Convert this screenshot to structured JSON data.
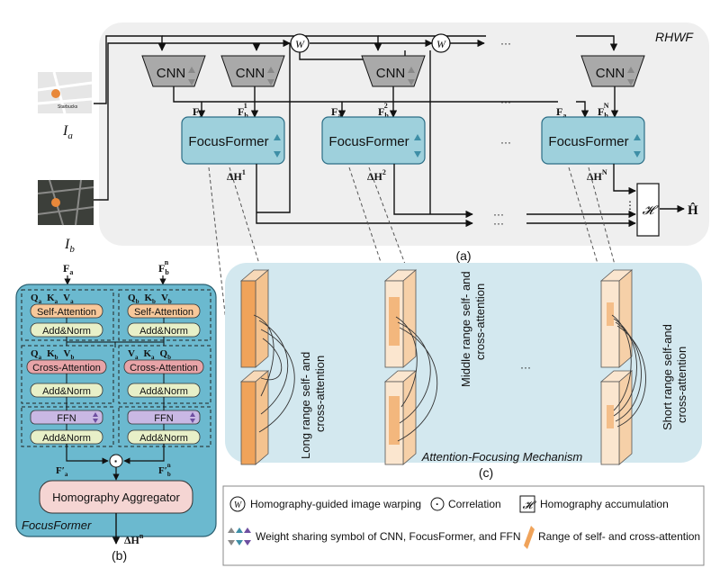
{
  "rhwf": {
    "title": "RHWF",
    "input_a": "I",
    "input_a_sub": "a",
    "input_b": "I",
    "input_b_sub": "b",
    "cnn_label": "CNN",
    "focusformer_label": "FocusFormer",
    "feat_a": "F",
    "feat_a_sub": "a",
    "feat_b_sups": [
      "1",
      "2",
      "N"
    ],
    "feat_b_base": "F",
    "feat_b_sub": "b",
    "delta_h_base": "ΔH",
    "delta_h_sups": [
      "1",
      "2",
      "N"
    ],
    "warp_symbol": "W",
    "accum_symbol": "𝓗",
    "output_label": "Ĥ",
    "ellipsis": "···",
    "vdots": "⋮",
    "caption": "(a)"
  },
  "focusformer_block": {
    "input_a": "F",
    "input_a_sub": "a",
    "input_b": "F",
    "input_b_sub": "b",
    "input_b_sup": "n",
    "q_label": "Q",
    "k_label": "K",
    "v_label": "V",
    "sub_a": "a",
    "sub_b": "b",
    "self_attention": "Self-Attention",
    "cross_attention": "Cross-Attention",
    "add_norm": "Add&Norm",
    "ffn": "FFN",
    "out_a": "F′",
    "out_a_sub": "a",
    "out_b": "F′",
    "out_b_sub": "b",
    "out_b_sup": "n",
    "correlation_symbol": "·",
    "aggregator": "Homography Aggregator",
    "title": "FocusFormer",
    "output": "ΔH",
    "output_sup": "n",
    "caption": "(b)"
  },
  "attention_panel": {
    "long_range": [
      "Long range self- and",
      "cross-attention"
    ],
    "middle_range": [
      "Middle range self- and",
      "cross-attention"
    ],
    "short_range": [
      "Short range self-and",
      "cross-attention"
    ],
    "ellipsis": "···",
    "title": "Attention-Focusing Mechanism",
    "caption": "(c)"
  },
  "legend": {
    "warp_symbol": "W",
    "warp_text": "Homography-guided image warping",
    "corr_symbol": "·",
    "corr_text": "Correlation",
    "accum_symbol": "𝓗",
    "accum_text": "Homography accumulation",
    "share_text": "Weight sharing symbol of CNN, FocusFormer, and FFN",
    "range_text": "Range of self- and cross-attention"
  },
  "colors": {
    "panel_gray": "#efefef",
    "cnn_gray": "#a9a9a9",
    "focusformer_blue": "#9ed0dc",
    "attention_panel_blue": "#d3e8ef",
    "ff_block_blue": "#6bb9cf",
    "self_attn": "#f8c89a",
    "cross_attn": "#e8a4a8",
    "add_norm": "#e8f0c8",
    "ffn": "#c9b8e4",
    "aggregator": "#f5d5d3",
    "feature_orange": "#f0a35a"
  }
}
